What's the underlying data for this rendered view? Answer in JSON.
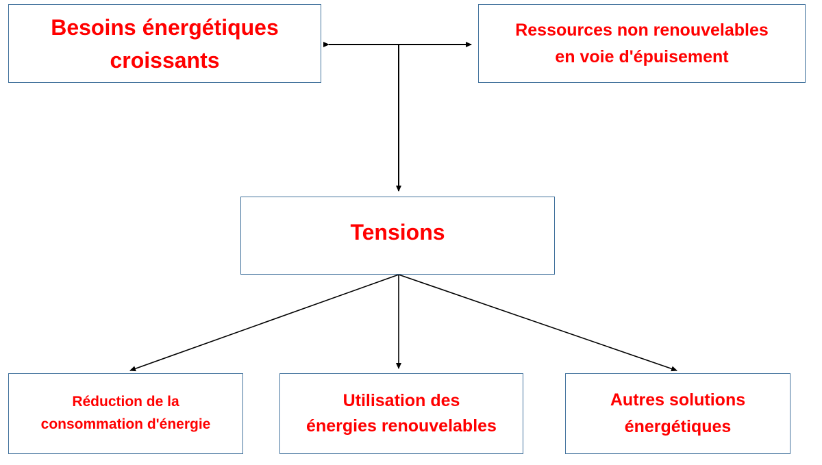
{
  "diagram": {
    "nodes": {
      "besoins": {
        "label": "Besoins énergétiques\ncroissants"
      },
      "ressources": {
        "label": "Ressources non renouvelables\nen voie d'épuisement"
      },
      "tensions": {
        "label": "Tensions"
      },
      "reduction": {
        "label": "Réduction de la\nconsommation d'énergie"
      },
      "utilisation": {
        "label": "Utilisation des\nénergies renouvelables"
      },
      "autres": {
        "label": "Autres solutions\nénergétiques"
      }
    },
    "edges": [
      {
        "from": "besoins",
        "to": "ressources",
        "bidirectional": true
      },
      {
        "from": "besoins-ressources-link",
        "to": "tensions"
      },
      {
        "from": "tensions",
        "to": "reduction"
      },
      {
        "from": "tensions",
        "to": "utilisation"
      },
      {
        "from": "tensions",
        "to": "autres"
      }
    ],
    "colors": {
      "text": "#ff0000",
      "box_border": "#41719c",
      "connector": "#000000"
    }
  }
}
